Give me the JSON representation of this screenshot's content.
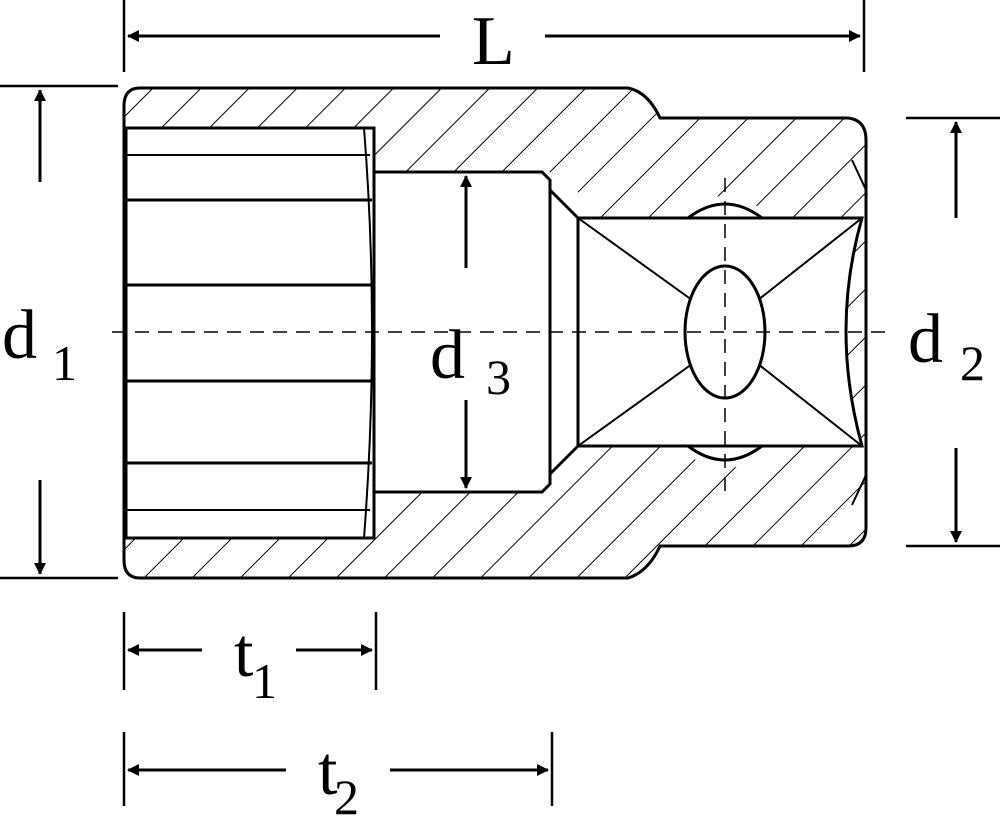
{
  "dimensions": {
    "L": {
      "main": "L",
      "sub": ""
    },
    "d1": {
      "main": "d",
      "sub": "1"
    },
    "d2": {
      "main": "d",
      "sub": "2"
    },
    "d3": {
      "main": "d",
      "sub": "3"
    },
    "t1": {
      "main": "t",
      "sub": "1"
    },
    "t2": {
      "main": "t",
      "sub": "2"
    }
  },
  "colors": {
    "line": "#000000",
    "background": "#ffffff"
  }
}
